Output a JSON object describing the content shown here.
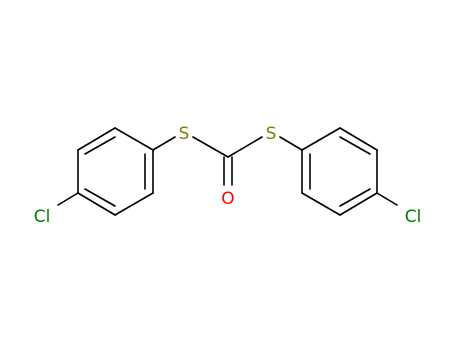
{
  "atoms": {
    "s_left": {
      "label": "S",
      "color": "#808000"
    },
    "s_right": {
      "label": "S",
      "color": "#808000"
    },
    "o": {
      "label": "O",
      "color": "#ff0000"
    },
    "cl_left": {
      "label": "Cl",
      "color": "#008000"
    },
    "cl_right": {
      "label": "Cl",
      "color": "#008000"
    }
  },
  "bond_color": "#000000",
  "background": "#ffffff"
}
